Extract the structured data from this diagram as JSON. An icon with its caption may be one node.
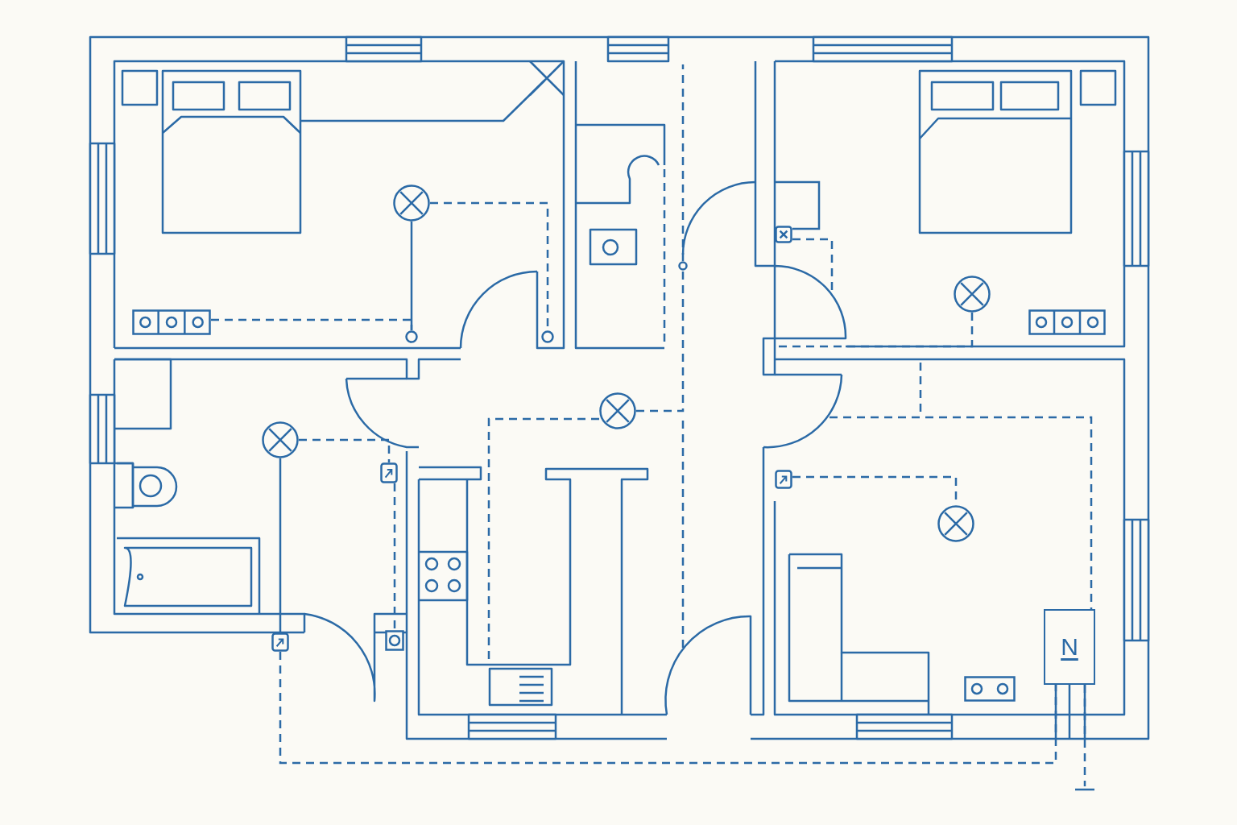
{
  "diagram": {
    "nodes": [
      {
        "text": [],
        "shape": "circle"
      },
      {
        "text": [],
        "shape": "circle"
      },
      {
        "text": [],
        "shape": "circle"
      },
      {
        "text": [],
        "shape": "box"
      },
      {
        "text": [],
        "shape": "circle"
      },
      {
        "text": [],
        "shape": "box"
      },
      {
        "text": [],
        "shape": "box"
      },
      {
        "text": [],
        "shape": "box"
      },
      {
        "text": [],
        "shape": "circle"
      },
      {
        "text": [],
        "shape": "circle"
      },
      {
        "text": [],
        "shape": "circle"
      },
      {
        "text": [],
        "shape": "box"
      },
      {
        "text": [],
        "shape": "box"
      },
      {
        "text": [],
        "shape": "box"
      },
      {
        "text": [],
        "shape": "circle"
      },
      {
        "text": [],
        "shape": "box"
      },
      {
        "text": [
          "N"
        ]
      },
      {
        "text": [],
        "shape": "bar"
      }
    ],
    "edges": [
      {
        "from": 0,
        "to": 2,
        "arrow": "none",
        "style": "dashed"
      },
      {
        "from": 0,
        "to": 1,
        "arrow": "none"
      },
      {
        "from": 3,
        "to": 1,
        "arrow": "none",
        "style": "dashed"
      },
      {
        "from": 4,
        "to": 5,
        "arrow": "none",
        "style": "dashed"
      },
      {
        "from": 4,
        "to": 6,
        "arrow": "none"
      },
      {
        "from": 6,
        "to": 16,
        "arrow": "none",
        "style": "dashed"
      },
      {
        "from": 5,
        "to": 7,
        "arrow": "none",
        "style": "dashed"
      },
      {
        "from": 8,
        "to": 9,
        "arrow": "none",
        "style": "dashed"
      },
      {
        "from": 8,
        "to": null,
        "arrow": "none",
        "style": "dashed"
      },
      {
        "from": 11,
        "to": null,
        "arrow": "none",
        "style": "dashed"
      },
      {
        "from": 10,
        "to": null,
        "arrow": "none",
        "style": "dashed"
      },
      {
        "from": 13,
        "to": 14,
        "arrow": "none",
        "style": "dashed"
      },
      {
        "from": null,
        "to": 16,
        "arrow": "none",
        "style": "dashed"
      },
      {
        "from": 16,
        "to": 17,
        "arrow": "none",
        "style": "dashed"
      },
      {
        "from": 9,
        "to": null,
        "arrow": "none",
        "style": "dashed"
      },
      {
        "from": 11,
        "to": null,
        "arrow": "none"
      }
    ]
  }
}
